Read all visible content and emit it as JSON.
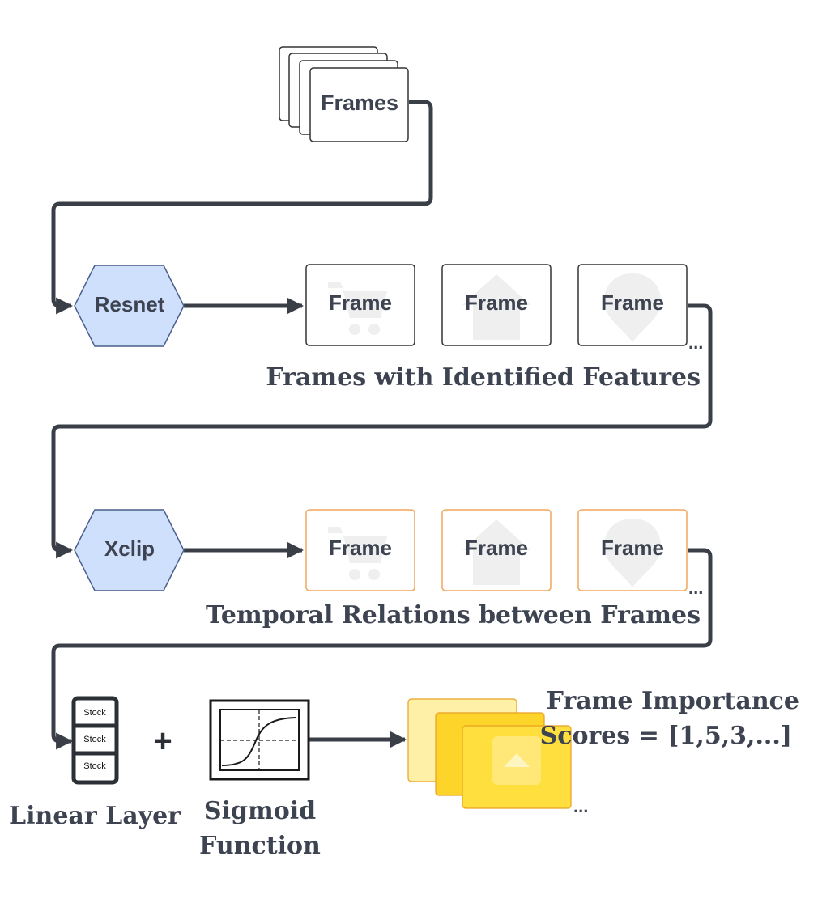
{
  "stack_label": "Frames",
  "stage1": {
    "model": "Resnet",
    "frames": [
      "Frame",
      "Frame",
      "Frame"
    ],
    "ellipsis": "...",
    "caption": "Frames with Identified Features"
  },
  "stage2": {
    "model": "Xclip",
    "frames": [
      "Frame",
      "Frame",
      "Frame"
    ],
    "ellipsis": "...",
    "caption": "Temporal Relations between Frames"
  },
  "stage3": {
    "linear_cells": [
      "Stock",
      "Stock",
      "Stock"
    ],
    "plus": "+",
    "linear_caption": "Linear Layer",
    "sigmoid_caption_line1": "Sigmoid",
    "sigmoid_caption_line2": "Function",
    "output_line1": "Frame Importance",
    "output_line2": "Scores = [1,5,3,...]",
    "ellipsis": "..."
  },
  "frame_icons": [
    "cart-icon",
    "home-icon",
    "map-pin-icon"
  ],
  "colors": {
    "hexagon_fill": "#cfe0fc",
    "hexagon_stroke": "#4a5f8a",
    "connector": "#3a3f47",
    "frame_border_stage1": "#333333",
    "frame_border_stage2": "#f2a65a",
    "text": "#3d4350",
    "output_fill_light": "#fff0a8",
    "output_fill_mid": "#fcd42a",
    "output_fill_front": "#ffdf3d",
    "output_stroke": "#e8a020"
  }
}
